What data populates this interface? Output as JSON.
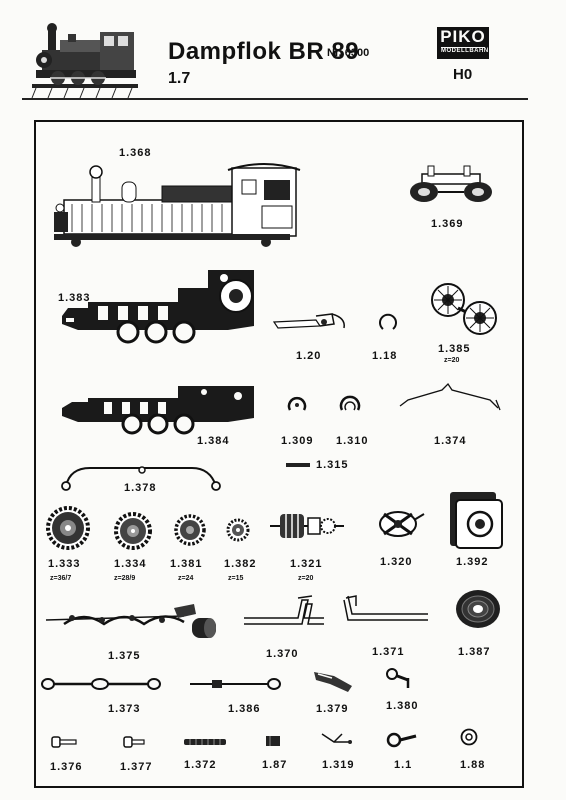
{
  "header": {
    "title": "Dampflok BR 89",
    "catalog_number": "Nr. 6300",
    "sheet": "1.7",
    "brand": "PIKO",
    "brand_sub": "MODELLBAHN",
    "scale": "H0"
  },
  "parts": [
    {
      "id": "1.368"
    },
    {
      "id": "1.369"
    },
    {
      "id": "1.383"
    },
    {
      "id": "1.20"
    },
    {
      "id": "1.18"
    },
    {
      "id": "1.385",
      "teeth": "z=20"
    },
    {
      "id": "1.384"
    },
    {
      "id": "1.309"
    },
    {
      "id": "1.310"
    },
    {
      "id": "1.374"
    },
    {
      "id": "1.315"
    },
    {
      "id": "1.378"
    },
    {
      "id": "1.333",
      "teeth": "z=36/7"
    },
    {
      "id": "1.334",
      "teeth": "z=28/9"
    },
    {
      "id": "1.381",
      "teeth": "z=24"
    },
    {
      "id": "1.382",
      "teeth": "z=15"
    },
    {
      "id": "1.321",
      "teeth": "z=20"
    },
    {
      "id": "1.320"
    },
    {
      "id": "1.392"
    },
    {
      "id": "1.375"
    },
    {
      "id": "1.370"
    },
    {
      "id": "1.371"
    },
    {
      "id": "1.387"
    },
    {
      "id": "1.373"
    },
    {
      "id": "1.386"
    },
    {
      "id": "1.379"
    },
    {
      "id": "1.380"
    },
    {
      "id": "1.376"
    },
    {
      "id": "1.377"
    },
    {
      "id": "1.372"
    },
    {
      "id": "1.87"
    },
    {
      "id": "1.319"
    },
    {
      "id": "1.1"
    },
    {
      "id": "1.88"
    }
  ]
}
